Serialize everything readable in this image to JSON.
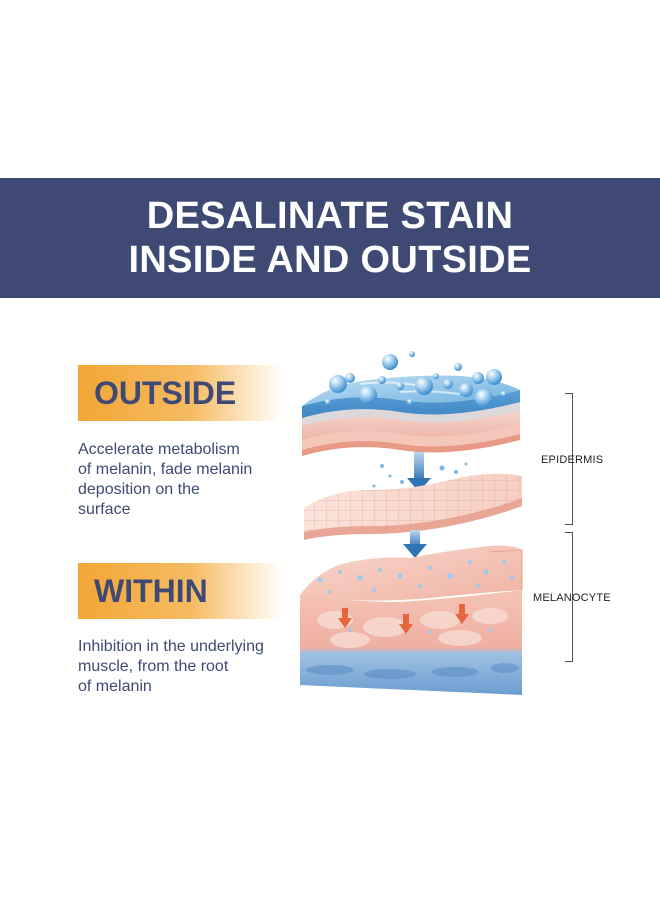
{
  "title": {
    "line1": "DESALINATE STAIN",
    "line2": "INSIDE AND OUTSIDE"
  },
  "outside": {
    "label": "OUTSIDE",
    "description": [
      "Accelerate metabolism",
      "of melanin, fade melanin",
      "deposition on the",
      "surface"
    ]
  },
  "within": {
    "label": "WITHIN",
    "description": [
      "Inhibition in the underlying",
      "muscle, from the root",
      "of melanin"
    ]
  },
  "side_labels": {
    "epidermis": "EPIDERMIS",
    "melanocyte": "MELANOCYTE"
  },
  "colors": {
    "banner": "#3f4a74",
    "accent_orange": "#f2a636",
    "text_navy": "#3f4a74",
    "skin_pink": "#f7c9bd",
    "water_blue": "#5fa8dc"
  }
}
